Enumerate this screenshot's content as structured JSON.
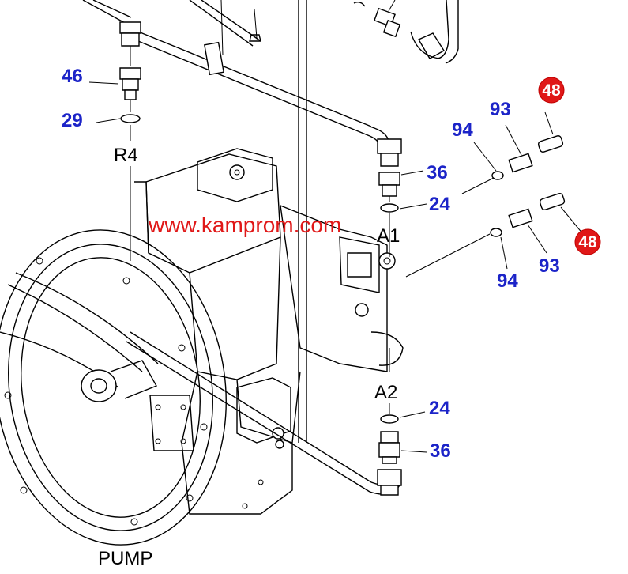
{
  "watermark": "www.kamprom.com",
  "component_label": "PUMP",
  "ports": {
    "a1": "A1",
    "a2": "A2",
    "r4": "R4"
  },
  "callouts": {
    "n46": "46",
    "n29": "29",
    "n36_top": "36",
    "n24_top": "24",
    "n36_bottom": "36",
    "n24_bottom": "24",
    "n93_top": "93",
    "n94_top": "94",
    "n93_bottom": "93",
    "n94_bottom": "94",
    "n48_top": "48",
    "n48_bottom": "48"
  },
  "colors": {
    "callout": "#1c24c8",
    "highlight": "#e01818",
    "watermark": "#e01818",
    "line": "#000000"
  }
}
